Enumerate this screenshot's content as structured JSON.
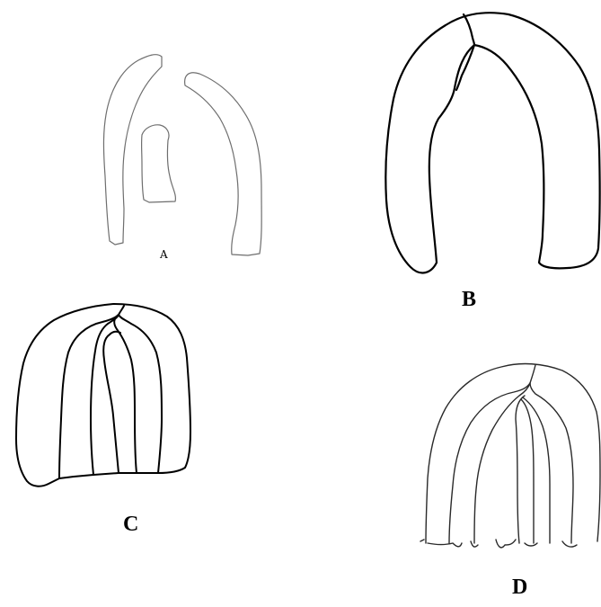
{
  "figures": {
    "a": {
      "label": "A",
      "ink": "#6e6e6e"
    },
    "b": {
      "label": "B",
      "ink": "#000000"
    },
    "c": {
      "label": "C",
      "ink": "#000000"
    },
    "d": {
      "label": "D",
      "ink": "#2a2a2a"
    }
  }
}
